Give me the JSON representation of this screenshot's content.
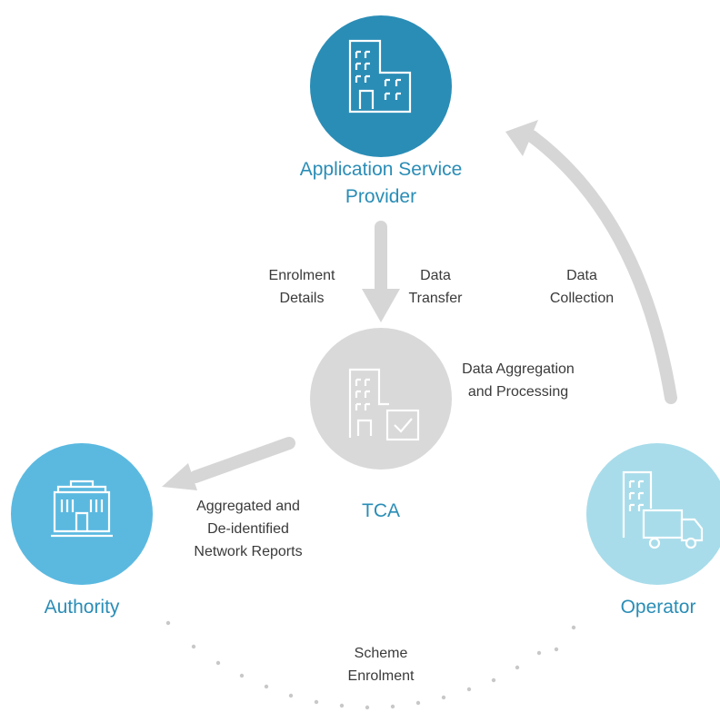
{
  "nodes": {
    "asp": {
      "label_line1": "Application Service",
      "label_line2": "Provider",
      "color": "#2a8db6"
    },
    "tca": {
      "label": "TCA",
      "color": "#d9d9d9",
      "label_color": "#2a8db6"
    },
    "authority": {
      "label": "Authority",
      "color": "#5bb9e0",
      "label_color": "#2a8db6"
    },
    "operator": {
      "label": "Operator",
      "color": "#a8dcea",
      "label_color": "#2a8db6"
    }
  },
  "edges": {
    "enrolment_details": {
      "line1": "Enrolment",
      "line2": "Details"
    },
    "data_transfer": {
      "line1": "Data",
      "line2": "Transfer"
    },
    "data_collection": {
      "line1": "Data",
      "line2": "Collection"
    },
    "data_aggregation": {
      "line1": "Data Aggregation",
      "line2": "and Processing"
    },
    "reports": {
      "line1": "Aggregated and",
      "line2": "De-identified",
      "line3": "Network Reports"
    },
    "scheme_enrolment": {
      "line1": "Scheme",
      "line2": "Enrolment"
    }
  },
  "colors": {
    "arrow": "#d6d6d6",
    "text": "#3a3a3a",
    "dots": "#c8c8c8"
  }
}
